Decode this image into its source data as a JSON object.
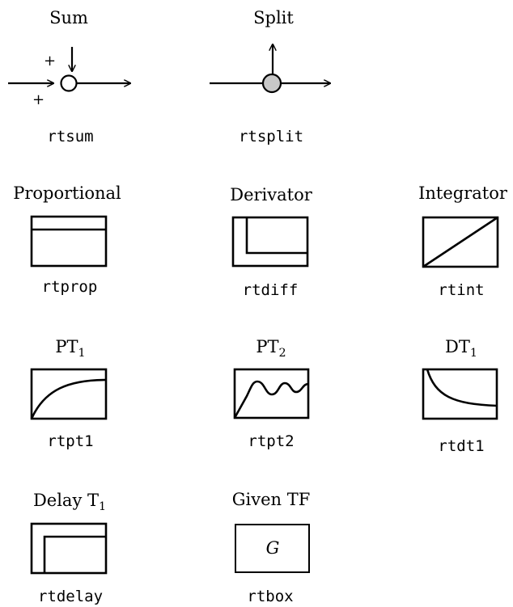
{
  "blocks": [
    {
      "id": "sum",
      "title": "Sum",
      "command": "rtsum",
      "icon": "summation-junction-icon",
      "inputs": [
        "+",
        "+"
      ]
    },
    {
      "id": "split",
      "title": "Split",
      "command": "rtsplit",
      "icon": "split-junction-icon"
    },
    {
      "id": "prop",
      "title": "Proportional",
      "command": "rtprop",
      "icon": "proportional-block-icon"
    },
    {
      "id": "diff",
      "title": "Derivator",
      "command": "rtdiff",
      "icon": "derivator-block-icon"
    },
    {
      "id": "int",
      "title": "Integrator",
      "command": "rtint",
      "icon": "integrator-block-icon"
    },
    {
      "id": "pt1",
      "title": "PT",
      "title_sub": "1",
      "command": "rtpt1",
      "icon": "pt1-block-icon"
    },
    {
      "id": "pt2",
      "title": "PT",
      "title_sub": "2",
      "command": "rtpt2",
      "icon": "pt2-block-icon"
    },
    {
      "id": "dt1",
      "title": "DT",
      "title_sub": "1",
      "command": "rtdt1",
      "icon": "dt1-block-icon"
    },
    {
      "id": "delay",
      "title": "Delay T",
      "title_sub": "1",
      "command": "rtdelay",
      "icon": "delay-block-icon"
    },
    {
      "id": "box",
      "title": "Given TF",
      "command": "rtbox",
      "icon": "transfer-function-box-icon",
      "box_label": "G"
    }
  ],
  "colors": {
    "split_node_fill": "#c8c8c8",
    "stroke": "#000000"
  }
}
